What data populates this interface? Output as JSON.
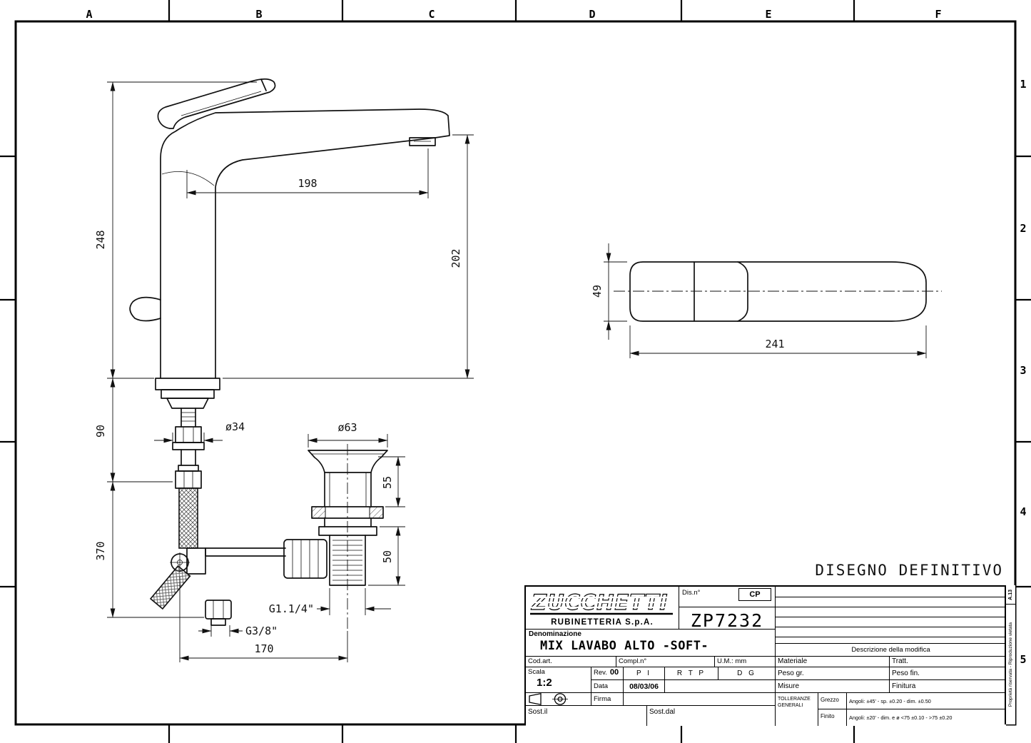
{
  "sheet": {
    "grid_top": [
      "A",
      "B",
      "C",
      "D",
      "E",
      "F"
    ],
    "grid_right": [
      "1",
      "2",
      "3",
      "4",
      "5"
    ],
    "note": "DISEGNO DEFINITIVO",
    "edge_code": "A.13",
    "edge_text": "Proprietà riservata - Riproduzione vietata"
  },
  "dims": {
    "d248": "248",
    "d198": "198",
    "d202": "202",
    "d90": "90",
    "d370": "370",
    "d34": "ø34",
    "d63": "ø63",
    "d55": "55",
    "d50": "50",
    "g114": "G1.1/4\"",
    "g38": "G3/8\"",
    "d170": "170",
    "d49": "49",
    "d241": "241"
  },
  "tb": {
    "logo": "ZUCCHETTI",
    "company": "RUBINETTERIA S.p.A.",
    "dis_label": "Dis.n°",
    "cp": "CP",
    "dis_no": "ZP7232",
    "denom_label": "Denominazione",
    "denom": "MIX LAVABO ALTO -SOFT-",
    "descr": "Descrizione della modifica",
    "cod_art": "Cod.art.",
    "compl": "Compl.n°",
    "um": "U.M.: mm",
    "materiale": "Materiale",
    "tratt": "Tratt.",
    "scala_label": "Scala",
    "scala": "1:2",
    "rev_label": "Rev.",
    "rev": "00",
    "sig1": "P I",
    "sig2": "R T P",
    "sig3": "D G",
    "peso_gr": "Peso gr.",
    "peso_fin": "Peso fin.",
    "data_label": "Data",
    "data": "08/03/06",
    "misure": "Misure",
    "finitura": "Finitura",
    "firma": "Firma",
    "toll_1": "TOLLERANZE",
    "toll_2": "GENERALI",
    "grezzo": "Grezzo",
    "grezzo_txt": "Angoli: ±45' - sp. ±0.20 - dim. ±0.50",
    "finito": "Finito",
    "finito_txt": "Angoli: ±20' - dim. e ø <75 ±0.10 - >75 ±0.20",
    "sost_il": "Sost.il",
    "sost_dal": "Sost.dal"
  }
}
